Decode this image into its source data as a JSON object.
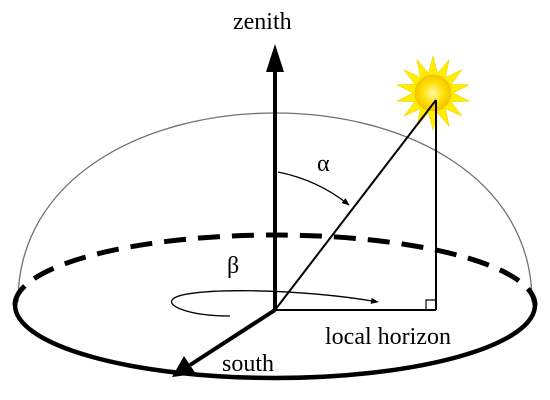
{
  "labels": {
    "zenith": "zenith",
    "alpha": "α",
    "beta": "β",
    "south": "south",
    "horizon": "local horizon"
  },
  "colors": {
    "ink": "#000000",
    "dome": "#707070",
    "sun_rays": "#ffee00",
    "sun_disk": "#ffd700",
    "sun_center": "#fff6a0"
  },
  "icons": {
    "sun": "sun-icon"
  }
}
